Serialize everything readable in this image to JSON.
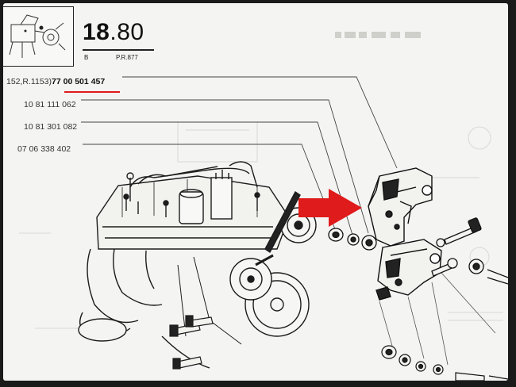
{
  "header": {
    "ref_number_main": "18",
    "ref_number_decimal": ".80",
    "ref_letter": "B",
    "ref_pr": "P.R.877"
  },
  "parts": [
    {
      "prefix": "152,R.1153)",
      "number": "77 00 501 457",
      "highlighted": true
    },
    {
      "number": "10 81 111 062"
    },
    {
      "number": "10 81 301 082"
    },
    {
      "number": "07 06 338 402"
    }
  ],
  "colors": {
    "highlight_arrow": "#e01b1b",
    "ink": "#222222",
    "paper": "#f4f4f2"
  },
  "icons": {
    "arrow": "red-arrow-icon",
    "thumbnail": "engine-thumbnail-icon"
  }
}
